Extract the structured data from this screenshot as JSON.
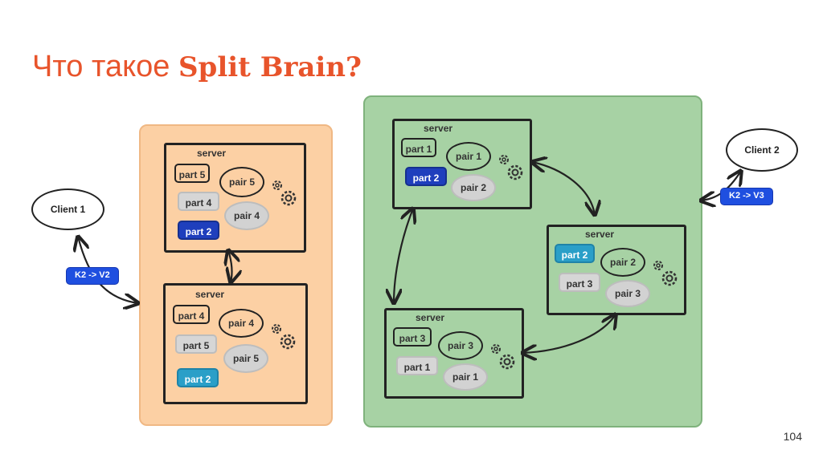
{
  "title": {
    "prefix": "Что такое",
    "highlight": "Split Brain?"
  },
  "page_number": "104",
  "clients": {
    "client1": {
      "label": "Client 1",
      "request": "K2 -> V2"
    },
    "client2": {
      "label": "Client 2",
      "request": "K2 -> V3"
    }
  },
  "orange_zone": {
    "servers": [
      {
        "label": "server",
        "parts": [
          "part 5",
          "part 4",
          "part 2"
        ],
        "pairs": [
          "pair 5",
          "pair 4"
        ]
      },
      {
        "label": "server",
        "parts": [
          "part 4",
          "part 5",
          "part 2"
        ],
        "pairs": [
          "pair 4",
          "pair 5"
        ]
      }
    ]
  },
  "green_zone": {
    "servers": [
      {
        "label": "server",
        "parts": [
          "part 1",
          "part 2"
        ],
        "pairs": [
          "pair 1",
          "pair 2"
        ]
      },
      {
        "label": "server",
        "parts": [
          "part 2",
          "part 3"
        ],
        "pairs": [
          "pair 2",
          "pair 3"
        ]
      },
      {
        "label": "server",
        "parts": [
          "part 3",
          "part 1"
        ],
        "pairs": [
          "pair 3",
          "pair 1"
        ]
      }
    ]
  },
  "colors": {
    "title": "#e8542b",
    "orange_zone": "#fcd0a4",
    "green_zone": "#a7d2a4",
    "primary_part": "#1f3fbd",
    "replica_part": "#2a9fc8",
    "request_tag": "#1f4fe0"
  },
  "icons": {
    "server_settings": "gears-icon"
  }
}
